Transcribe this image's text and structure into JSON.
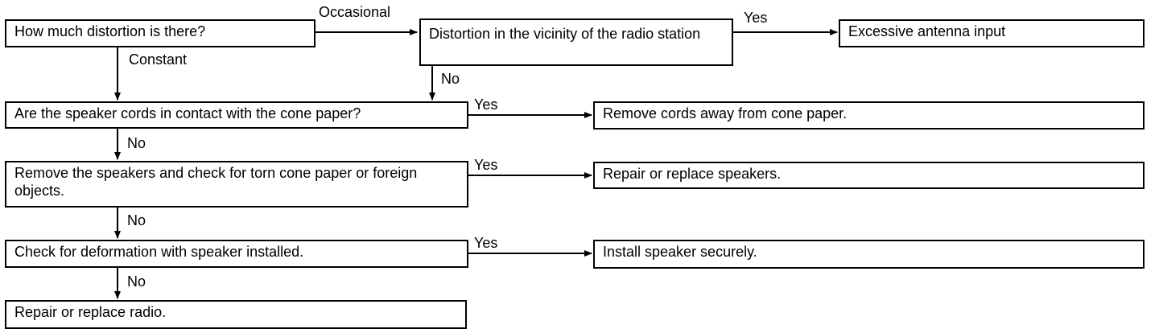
{
  "nodes": {
    "q_distortion": "How much distortion is there?",
    "q_vicinity": "Distortion in the vicinity of the radio station",
    "a_antenna": "Excessive antenna input",
    "q_cords": "Are the speaker cords in contact with the cone paper?",
    "a_cords": "Remove cords away from cone paper.",
    "q_remove": "Remove the speakers and check for torn cone paper or foreign objects.",
    "a_repair_spk": "Repair or replace speakers.",
    "q_deform": "Check for deformation with speaker installed.",
    "a_install": "Install speaker securely.",
    "a_radio": "Repair or replace radio."
  },
  "labels": {
    "occasional": "Occasional",
    "constant": "Constant",
    "yes": "Yes",
    "no": "No"
  }
}
